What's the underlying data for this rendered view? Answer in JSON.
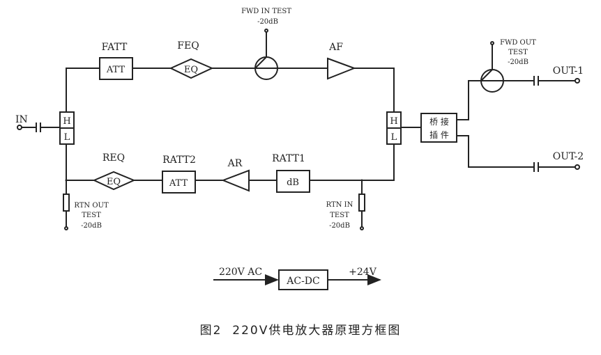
{
  "diagram": {
    "input": {
      "label": "IN"
    },
    "diplexer_left": {
      "high": "H",
      "low": "L"
    },
    "diplexer_right": {
      "high": "H",
      "low": "L"
    },
    "forward": {
      "fatt": {
        "label": "FATT",
        "text": "ATT"
      },
      "feq": {
        "label": "FEQ",
        "text": "EQ"
      },
      "fwd_in_test": {
        "line1": "FWD IN TEST",
        "line2": "-20dB"
      },
      "af": {
        "label": "AF"
      }
    },
    "return": {
      "req": {
        "label": "REQ",
        "text": "EQ"
      },
      "ratt2": {
        "label": "RATT2",
        "text": "ATT"
      },
      "ar": {
        "label": "AR"
      },
      "ratt1": {
        "label": "RATT1",
        "text": "dB"
      },
      "rtn_out_test": {
        "line1": "RTN OUT",
        "line2": "TEST",
        "line3": "-20dB"
      },
      "rtn_in_test": {
        "line1": "RTN IN",
        "line2": "TEST",
        "line3": "-20dB"
      }
    },
    "bridge": {
      "line1": "桥 接",
      "line2": "插 件"
    },
    "fwd_out_test": {
      "line1": "FWD OUT",
      "line2": "TEST",
      "line3": "-20dB"
    },
    "outputs": [
      "OUT-1",
      "OUT-2"
    ],
    "power": {
      "input": "220V AC",
      "box": "AC-DC",
      "output": "+24V"
    }
  },
  "caption": "图2  220V供电放大器原理方框图"
}
